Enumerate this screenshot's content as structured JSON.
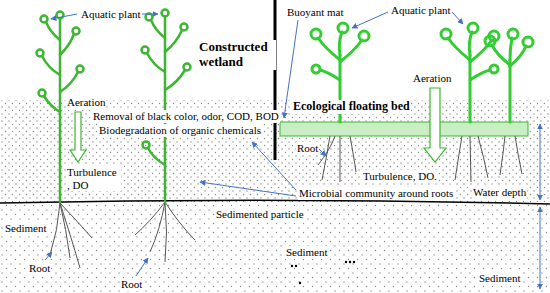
{
  "diagram": {
    "labels": [
      "Aquatic plant",
      "Buoyant mat",
      "Aquatic plant",
      "Constructed wetland",
      "Aeration",
      "Ecological floating bed",
      "Aeration",
      "Removal of black color, odor, COD, BOD",
      "Biodegradation of organic chemicals",
      "Root",
      "Turbulence , DO",
      "Turbulence, DO.",
      "Microbial community around roots",
      "Water depth",
      "Sedimented particle",
      "Sediment",
      "Sediment",
      "Root",
      "Sediment",
      "Root"
    ]
  }
}
